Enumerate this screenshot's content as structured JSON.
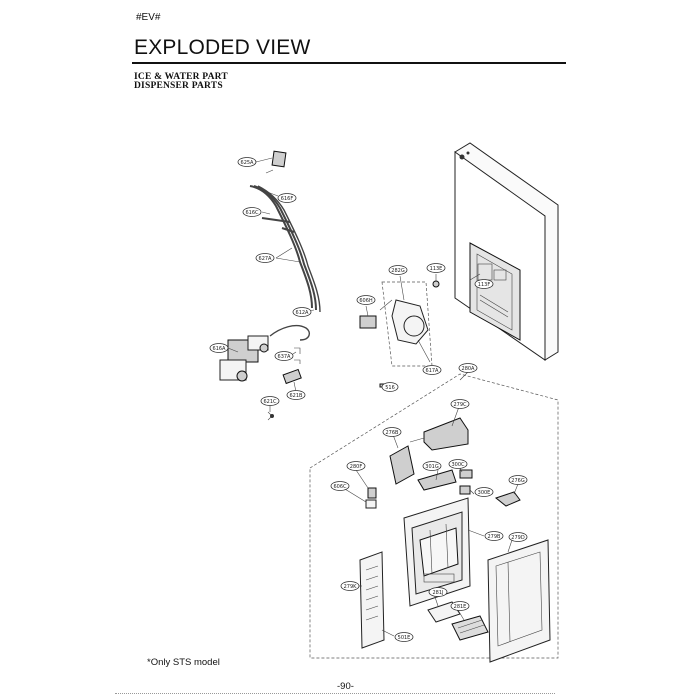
{
  "header": {
    "tag": "#EV#",
    "title": "EXPLODED VIEW",
    "subtitle_line1": "ICE & WATER PART",
    "subtitle_line2": "DISPENSER PARTS"
  },
  "footer": {
    "note": "*Only STS model",
    "page_number": "-90-"
  },
  "callouts": {
    "c625A": "625A",
    "c616F": "616F",
    "c616C": "616C",
    "c627A": "627A",
    "c612A": "612A",
    "c616A": "616A",
    "c637A": "637A",
    "c621B": "621B",
    "c621C": "621C",
    "c282G": "282G",
    "c113E": "113E",
    "c113F": "113F",
    "c606H": "606H",
    "c617A": "617A",
    "c516": "516",
    "c280A": "280A",
    "c279C": "279C",
    "c276B": "276B",
    "c280F": "280F",
    "c301G": "301G",
    "c300C": "300C",
    "c300E": "300E",
    "c276G": "276G",
    "c606C": "606C",
    "c279B": "279B",
    "c279D": "279D",
    "c279K": "279K",
    "c281J": "281J",
    "c281E": "281E",
    "c501E": "501E"
  }
}
